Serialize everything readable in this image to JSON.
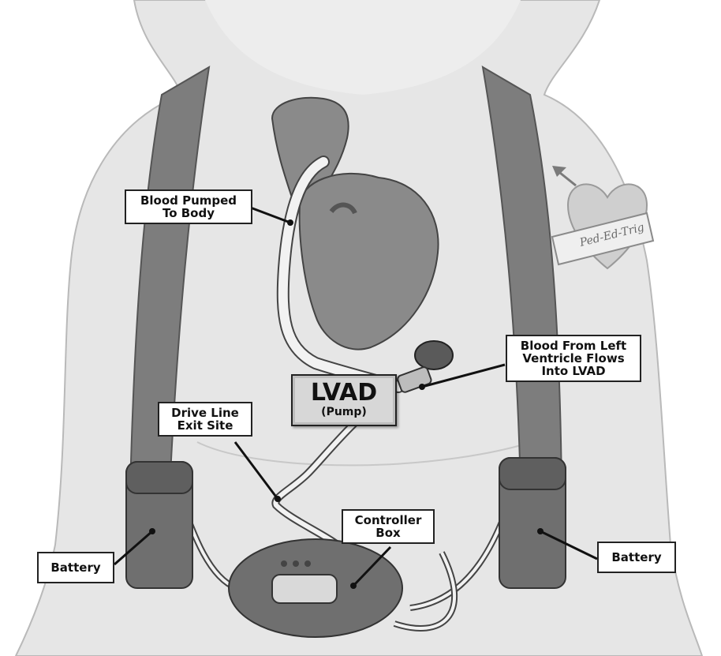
{
  "diagram": {
    "labels": {
      "blood_pumped": [
        "Blood Pumped",
        "To Body"
      ],
      "blood_from_lv": [
        "Blood From Left",
        "Ventricle Flows",
        "Into LVAD"
      ],
      "lvad_title": "LVAD",
      "lvad_sub": "(Pump)",
      "drive_line": [
        "Drive Line",
        "Exit Site"
      ],
      "controller": [
        "Controller",
        "Box"
      ],
      "battery_left": "Battery",
      "battery_right": "Battery",
      "tattoo": "Ped-Ed-Trig"
    },
    "colors": {
      "skin": "#e6e6e6",
      "skin_shade": "#d2d2d2",
      "strap": "#7d7d7d",
      "heart": "#8a8a8a",
      "tube": "#f2f2f2",
      "device": "#6f6f6f"
    }
  }
}
